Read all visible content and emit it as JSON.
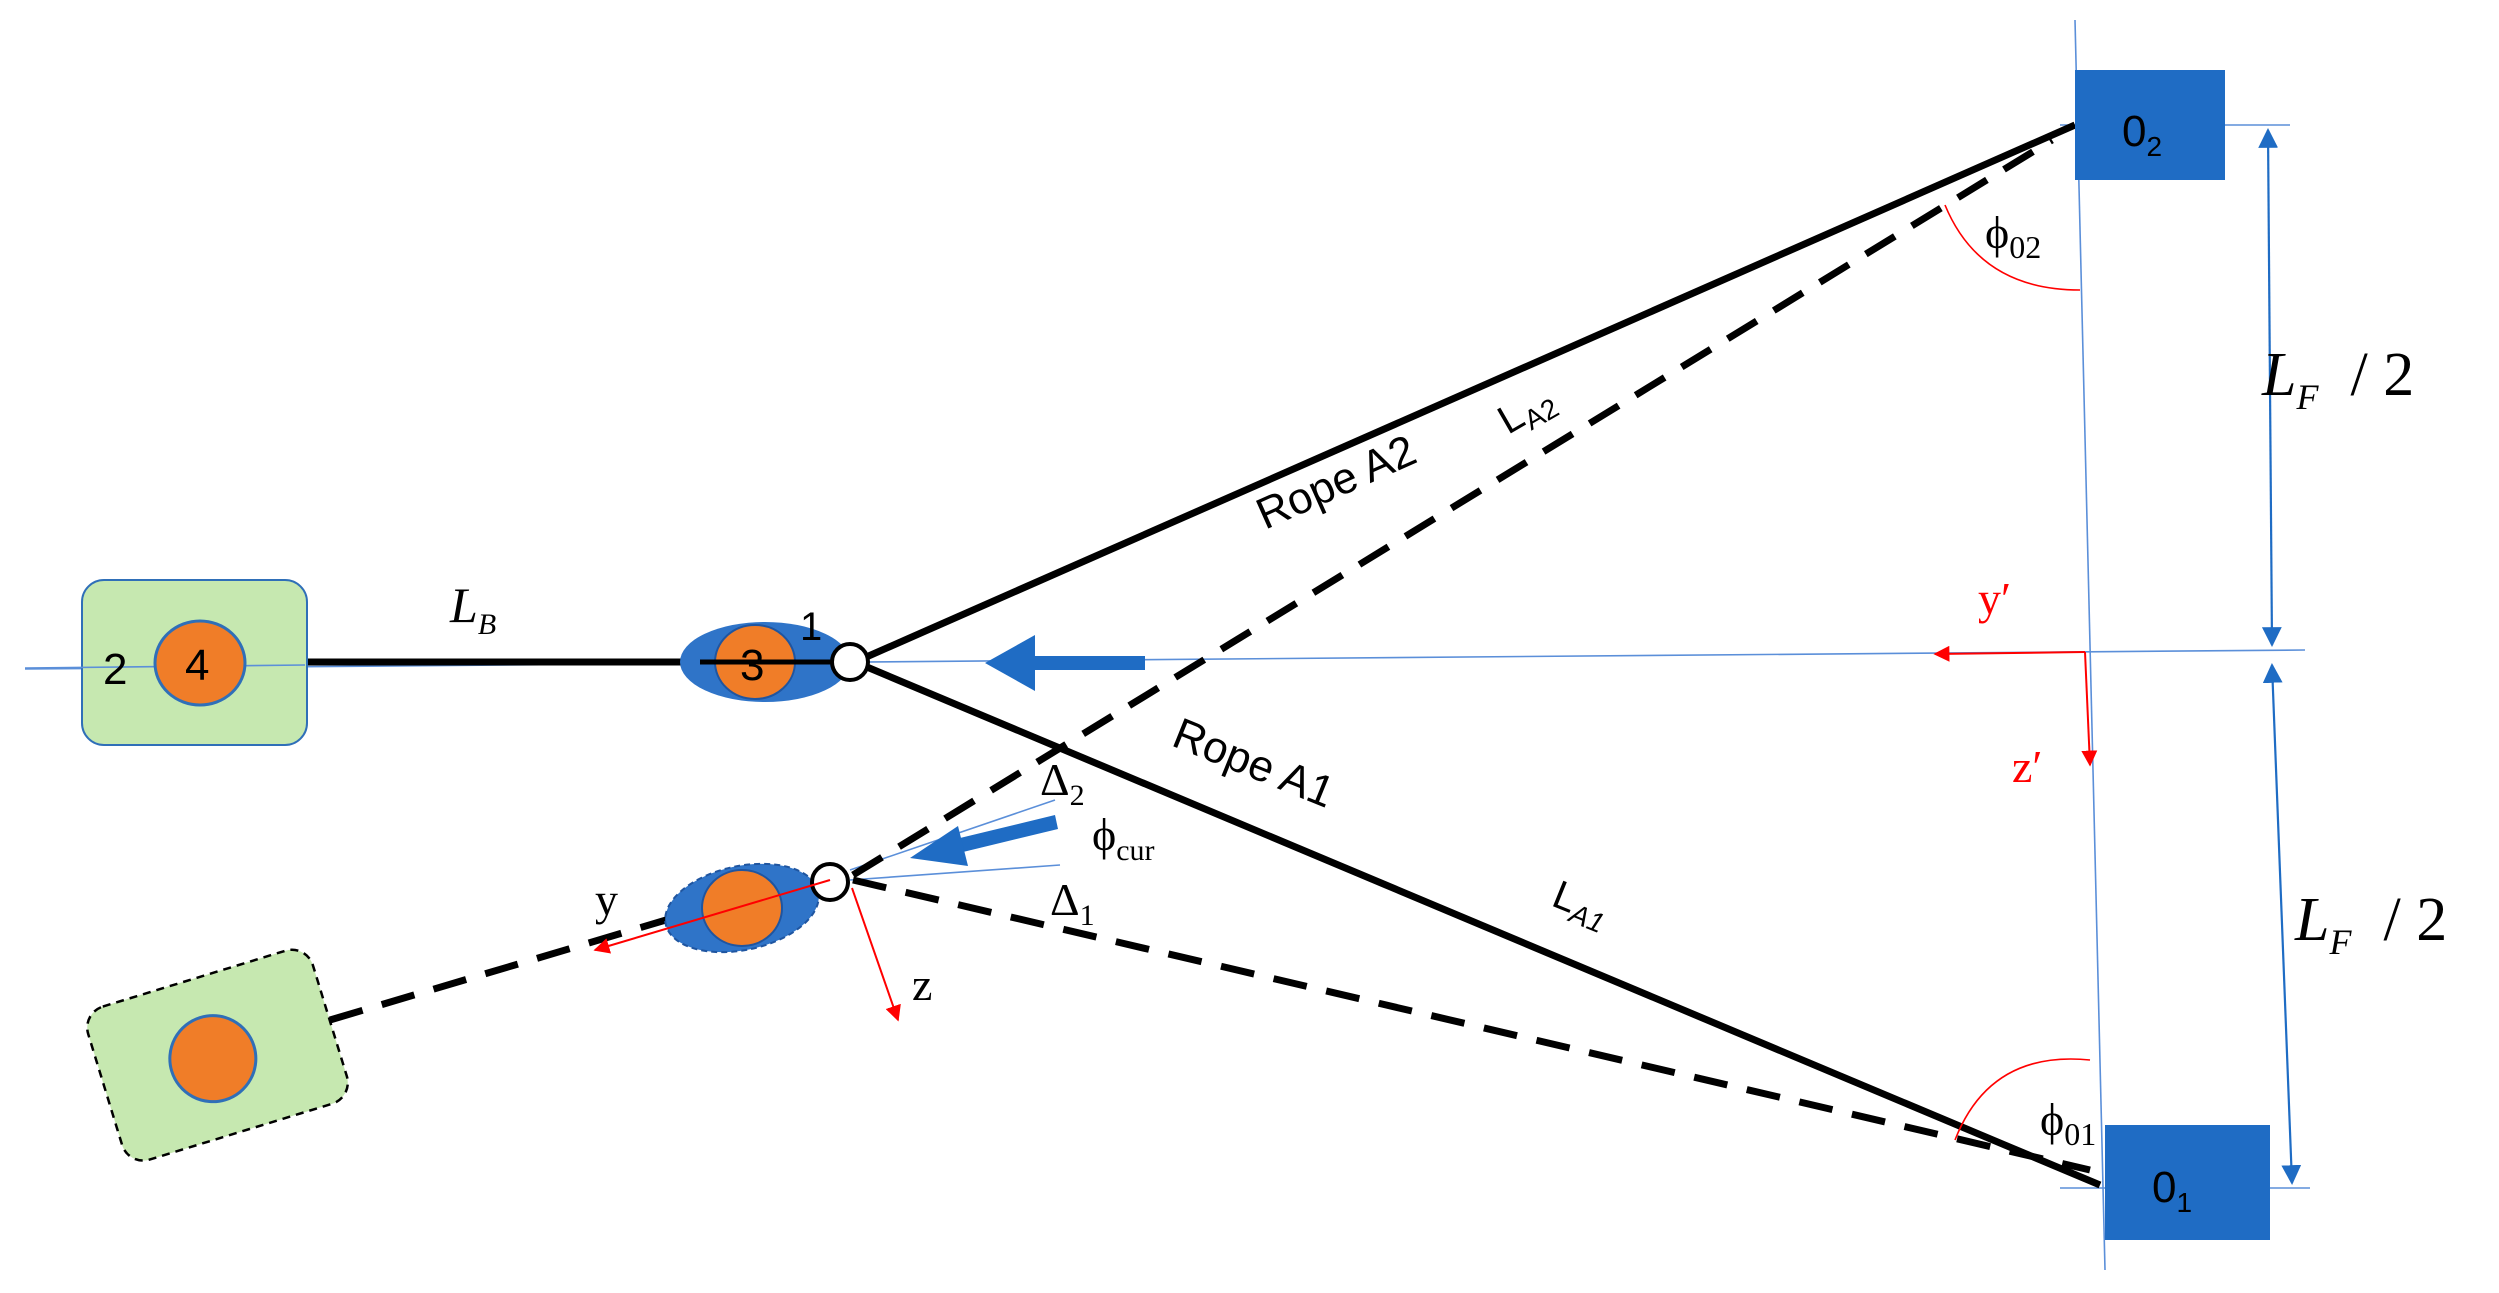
{
  "anchors": {
    "o2": {
      "base": "0",
      "sub": "2"
    },
    "o1": {
      "base": "0",
      "sub": "1"
    }
  },
  "ropes": {
    "a2": "Rope A2",
    "a1": "Rope A1"
  },
  "lengths": {
    "la2": {
      "base": "L",
      "sub": "A2"
    },
    "la1": {
      "base": "L",
      "sub": "A1"
    },
    "lb": {
      "base": "L",
      "sub": "B"
    },
    "lf_top": {
      "base": "L",
      "sub": "F",
      "suffix": "/ 2"
    },
    "lf_bottom": {
      "base": "L",
      "sub": "F",
      "suffix": "/ 2"
    }
  },
  "angles": {
    "phi02": {
      "base": "ϕ",
      "sub": "02"
    },
    "phi01": {
      "base": "ϕ",
      "sub": "01"
    },
    "phicur": {
      "base": "ϕ",
      "sub": "cur"
    },
    "delta2": {
      "base": "Δ",
      "sub": "2"
    },
    "delta1": {
      "base": "Δ",
      "sub": "1"
    }
  },
  "axes": {
    "y_prime": "y′",
    "z_prime": "z′",
    "y": "y",
    "z": "z"
  },
  "nodes": {
    "n1": "1",
    "n2": "2",
    "n3": "3",
    "n4": "4"
  },
  "colors": {
    "anchor_fill": "#1f6cc4",
    "float_fill": "#2f74c8",
    "orange": "#f07d28",
    "box_fill": "#c6e8b0",
    "axis_red": "#ff0000",
    "guide_blue": "#5b8fd9",
    "rope": "#000000"
  }
}
